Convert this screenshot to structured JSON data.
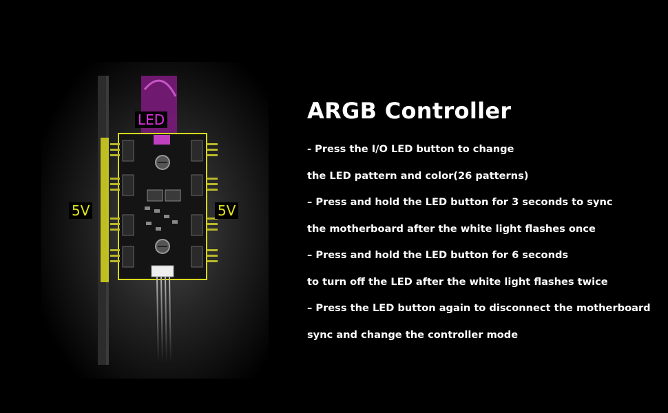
{
  "colors": {
    "background": "#000000",
    "text": "#ffffff",
    "led_label": "#e22ee2",
    "v5_label": "#e3e320",
    "pin_rail": "#d8d81e",
    "pcb": "#141414"
  },
  "photo": {
    "led_label": "LED",
    "left_voltage_label": "5V",
    "right_voltage_label": "5V"
  },
  "content": {
    "title": "ARGB Controller",
    "lines": [
      "- Press the I/O LED button to change",
      "the LED pattern and color(26 patterns)",
      " – Press and hold the LED button for 3 seconds to sync",
      "the motherboard after the white light flashes once",
      "– Press and hold the LED button for 6 seconds",
      "to turn off the LED after the white light flashes twice",
      "– Press the LED button again to disconnect the motherboard",
      "sync and change the controller mode"
    ]
  }
}
